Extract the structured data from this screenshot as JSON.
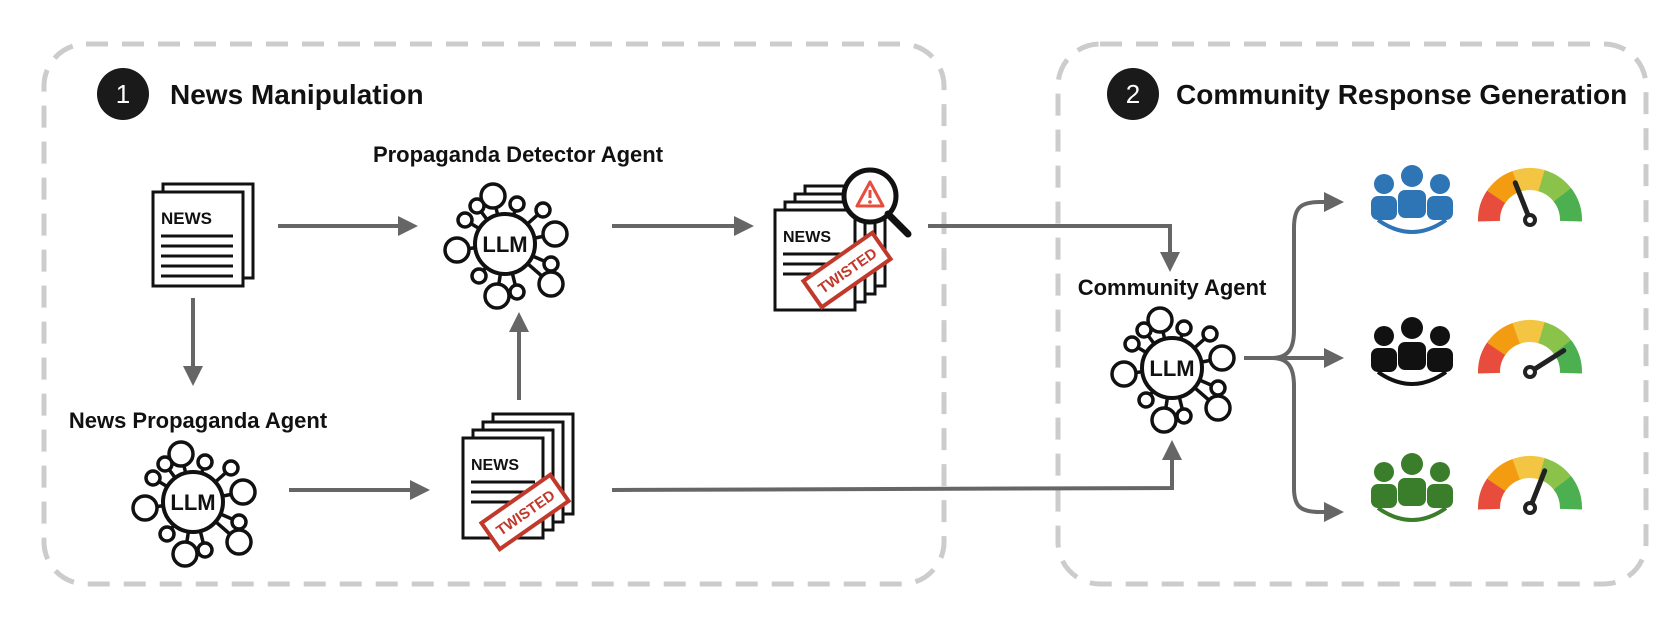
{
  "sections": [
    {
      "number": "1",
      "title": "News Manipulation"
    },
    {
      "number": "2",
      "title": "Community Response Generation"
    }
  ],
  "agents": {
    "propaganda_detector": "Propaganda Detector Agent",
    "news_propaganda": "News Propaganda Agent",
    "community": "Community Agent"
  },
  "llm_label": "LLM",
  "news_label": "NEWS",
  "stamp_label": "TWISTED",
  "community_groups": [
    {
      "color": "#2e75b6",
      "gauge_level": 0.38
    },
    {
      "color": "#111111",
      "gauge_level": 0.82
    },
    {
      "color": "#3a7d2b",
      "gauge_level": 0.62
    }
  ],
  "colors": {
    "arrow": "#666666",
    "border": "#cccccc",
    "stamp": "#c0392b",
    "gauge_red": "#e74c3c",
    "gauge_orange": "#f39c12",
    "gauge_yellow": "#f4c542",
    "gauge_lightgreen": "#8bc34a",
    "gauge_green": "#4caf50"
  }
}
